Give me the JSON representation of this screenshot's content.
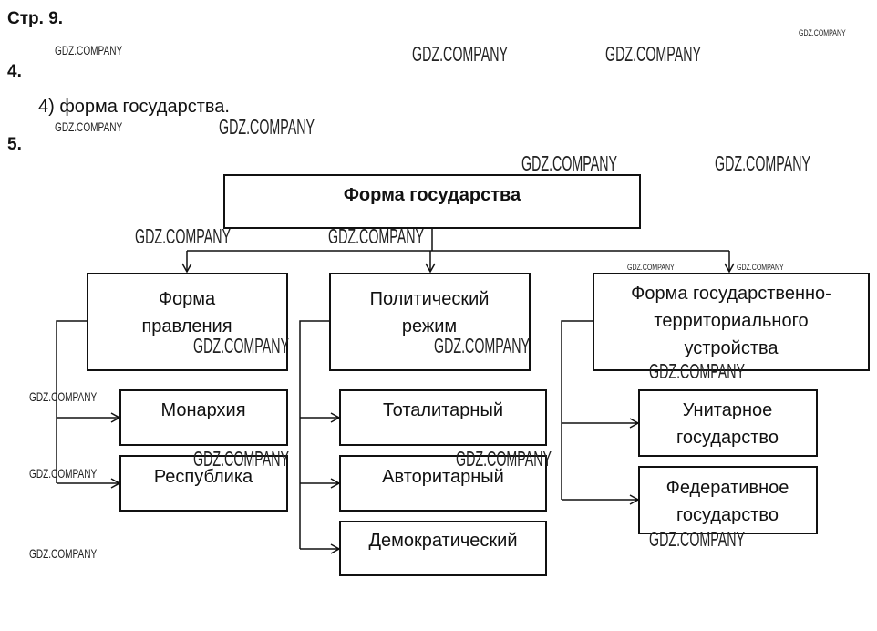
{
  "header": {
    "page": "Стр. 9.",
    "task4_num": "4.",
    "task4_answer": "4) форма государства.",
    "task5_num": "5."
  },
  "diagram": {
    "root": "Форма государства",
    "branches": [
      {
        "title_lines": [
          "Форма",
          "правления"
        ],
        "children": [
          [
            "Монархия"
          ],
          [
            "Республика"
          ]
        ]
      },
      {
        "title_lines": [
          "Политический",
          "режим"
        ],
        "children": [
          [
            "Тоталитарный"
          ],
          [
            "Авторитарный"
          ],
          [
            "Демократический"
          ]
        ]
      },
      {
        "title_lines": [
          "Форма государственно-",
          "территориального",
          "устройства"
        ],
        "children": [
          [
            "Унитарное",
            "государство"
          ],
          [
            "Федеративное",
            "государство"
          ]
        ]
      }
    ]
  },
  "watermark": "GDZ.COMPANY"
}
